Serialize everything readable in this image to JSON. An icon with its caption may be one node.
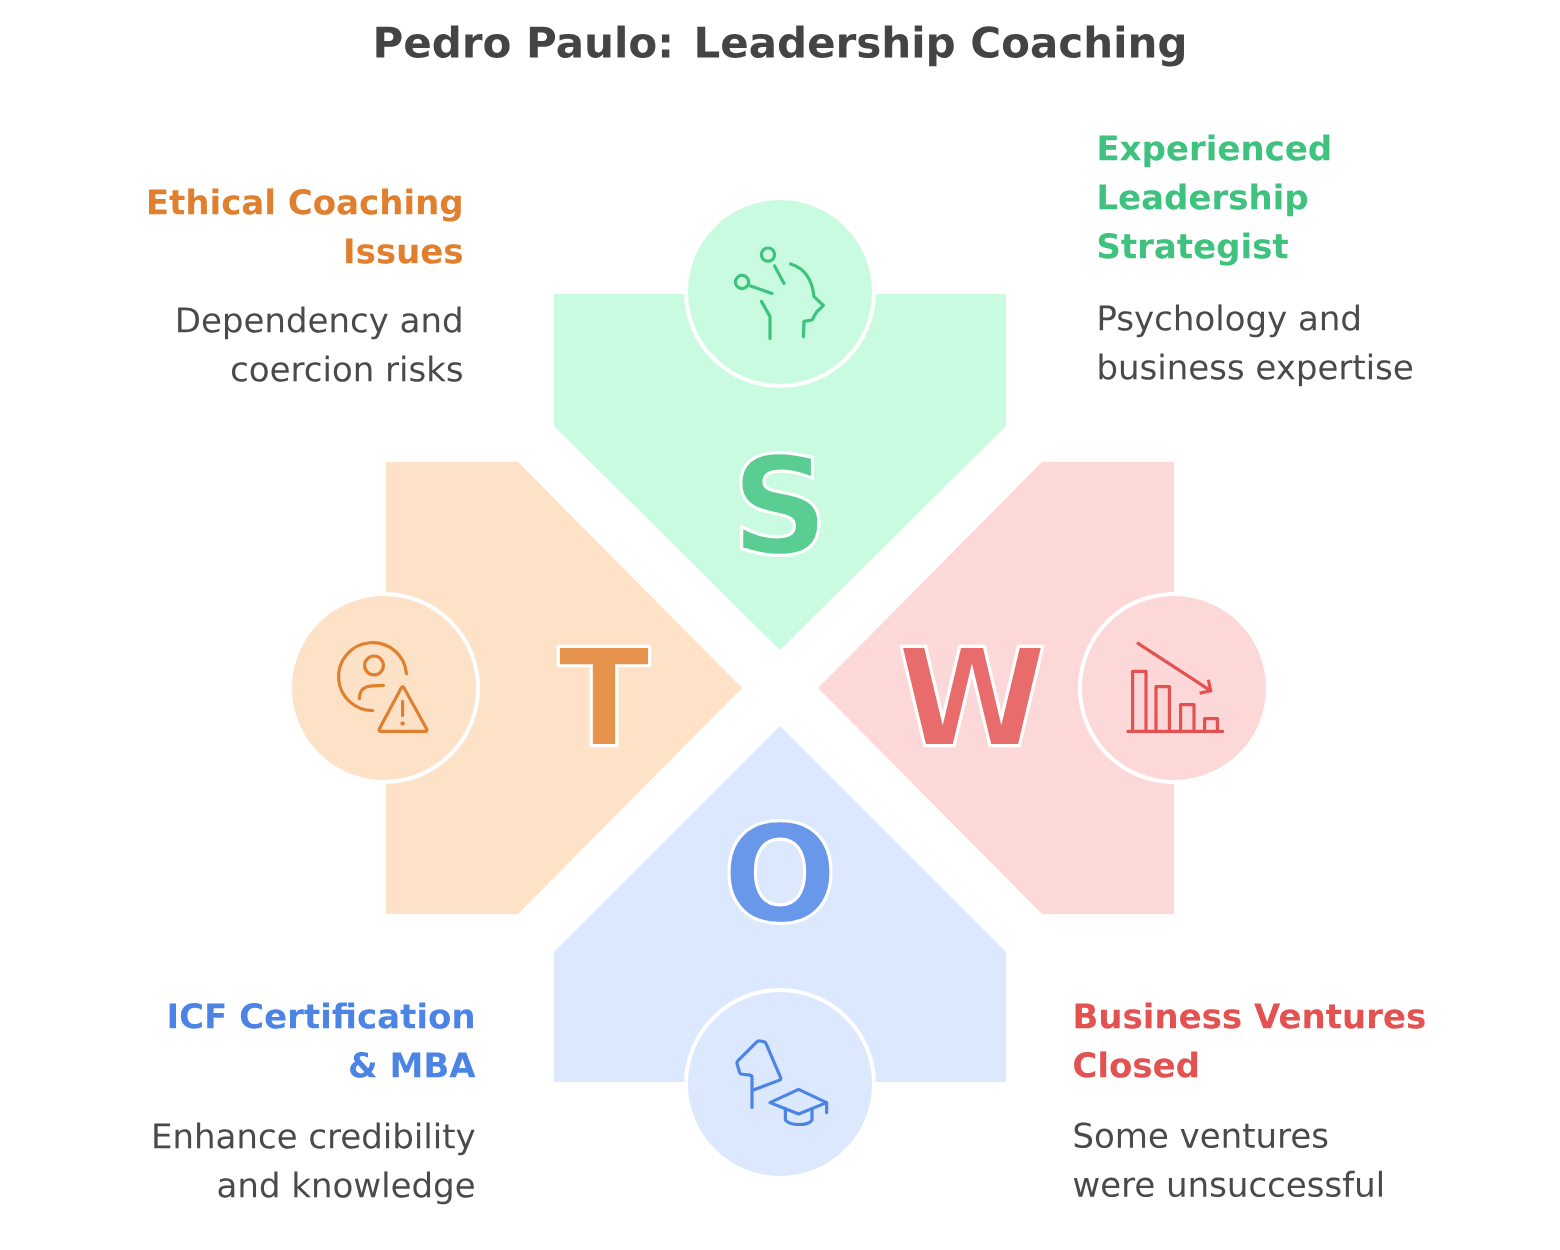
{
  "diagram": {
    "title": "Pedro Paulo: Leadership Coaching",
    "nodes": [
      {
        "text": [
          "S"
        ],
        "beside": [
          "Experienced Leadership Strategist",
          "Psychology and business expertise"
        ]
      },
      {
        "text": [
          "T"
        ],
        "beside": [
          "Ethical Coaching Issues",
          "Dependency and coercion risks"
        ]
      },
      {
        "text": [
          "W"
        ],
        "beside": [
          "Business Ventures Closed",
          "Some ventures were unsuccessful"
        ]
      },
      {
        "text": [
          "O"
        ],
        "beside": [
          "ICF Certification & MBA",
          "Enhance credibility and knowledge"
        ]
      }
    ]
  }
}
